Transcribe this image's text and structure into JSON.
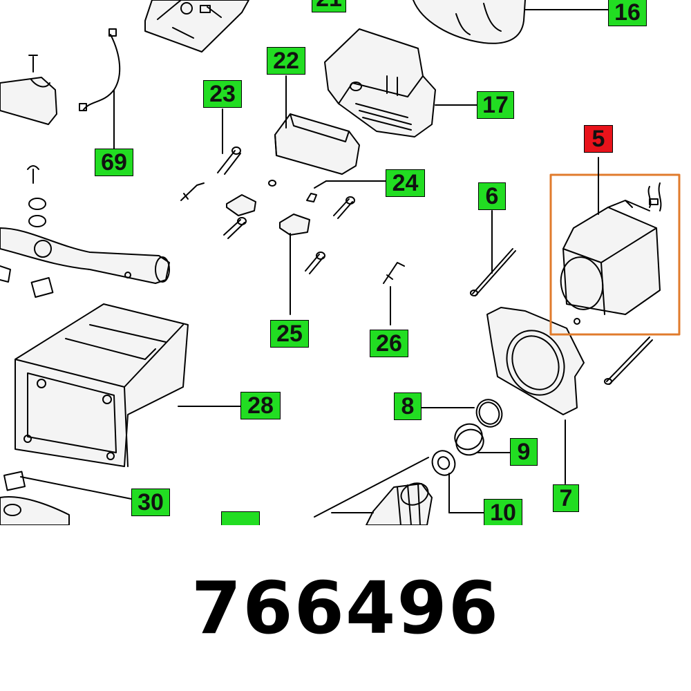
{
  "diagram": {
    "callouts": [
      {
        "id": "21",
        "color": "#22dd22"
      },
      {
        "id": "16",
        "color": "#22dd22"
      },
      {
        "id": "22",
        "color": "#22dd22"
      },
      {
        "id": "23",
        "color": "#22dd22"
      },
      {
        "id": "17",
        "color": "#22dd22"
      },
      {
        "id": "69",
        "color": "#22dd22"
      },
      {
        "id": "5",
        "color": "#e8131b"
      },
      {
        "id": "24",
        "color": "#22dd22"
      },
      {
        "id": "6",
        "color": "#22dd22"
      },
      {
        "id": "25",
        "color": "#22dd22"
      },
      {
        "id": "26",
        "color": "#22dd22"
      },
      {
        "id": "28",
        "color": "#22dd22"
      },
      {
        "id": "8",
        "color": "#22dd22"
      },
      {
        "id": "9",
        "color": "#22dd22"
      },
      {
        "id": "30",
        "color": "#22dd22"
      },
      {
        "id": "7",
        "color": "#22dd22"
      },
      {
        "id": "10",
        "color": "#22dd22"
      },
      {
        "id": "",
        "color": "#22dd22"
      }
    ],
    "highlight_color": "#e07b2c"
  },
  "part_number": "766496"
}
